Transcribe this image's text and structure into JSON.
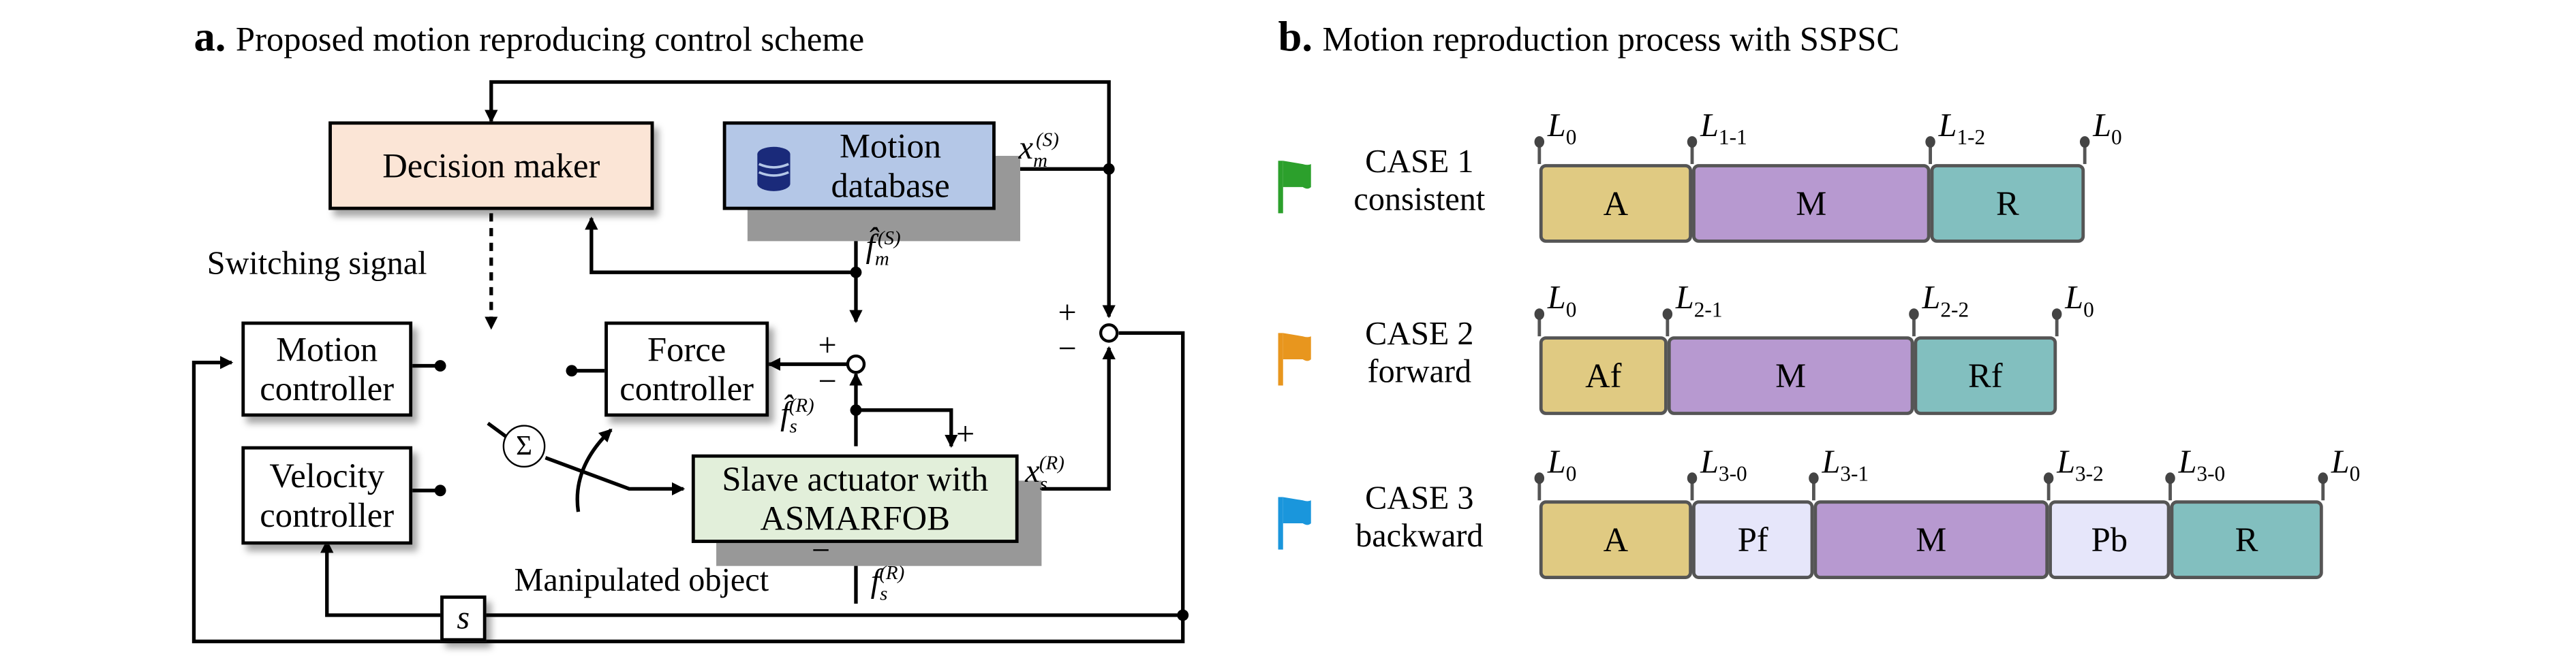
{
  "panel_a": {
    "letter": "a.",
    "title": "Proposed motion reproducing control scheme",
    "blocks": {
      "decision_maker": "Decision maker",
      "motion_database_line1": "Motion",
      "motion_database_line2": "database",
      "motion_controller_line1": "Motion",
      "motion_controller_line2": "controller",
      "force_controller_line1": "Force",
      "force_controller_line2": "controller",
      "velocity_controller_line1": "Velocity",
      "velocity_controller_line2": "controller",
      "slave_actuator_line1": "Slave actuator with",
      "slave_actuator_line2": "ASMARFOB",
      "differentiator": "s",
      "sum": "Σ"
    },
    "labels": {
      "switching_signal": "Switching signal",
      "manipulated_object": "Manipulated object",
      "x_m_s": "x",
      "x_m_s_sub": "m",
      "x_m_s_sup": "(S)",
      "f_m_s": "f̂",
      "f_m_s_sub": "m",
      "f_m_s_sup": "(S)",
      "f_s_r_hat": "f̂",
      "f_s_r_hat_sub": "s",
      "f_s_r_hat_sup": "(R)",
      "x_s_r": "x",
      "x_s_r_sub": "s",
      "x_s_r_sup": "(R)",
      "f_s_r": "f",
      "f_s_r_sub": "s",
      "f_s_r_sup": "(R)",
      "plus": "+",
      "minus": "−"
    },
    "icons": {
      "database": "database-icon"
    },
    "colors": {
      "decision_maker_fill": "#fbe5d6",
      "database_fill": "#b4c7e7",
      "slave_fill": "#e2efda",
      "database_icon": "#1a2a7a",
      "shadow": "#989898"
    }
  },
  "panel_b": {
    "letter": "b.",
    "title": "Motion reproduction process with SSPSC",
    "cases": [
      {
        "name": "CASE 1",
        "type": "consistent",
        "flag_color": "#2ca02c",
        "markers": [
          {
            "base": "L",
            "sub": "0"
          },
          {
            "base": "L",
            "sub": "1-1"
          },
          {
            "base": "L",
            "sub": "1-2"
          },
          {
            "base": "L",
            "sub": "0"
          }
        ],
        "segments": [
          {
            "label": "A",
            "color": "#e0ca82"
          },
          {
            "label": "M",
            "color": "#b799d0"
          },
          {
            "label": "R",
            "color": "#82bfbf"
          }
        ]
      },
      {
        "name": "CASE 2",
        "type": "forward",
        "flag_color": "#e8961e",
        "markers": [
          {
            "base": "L",
            "sub": "0"
          },
          {
            "base": "L",
            "sub": "2-1"
          },
          {
            "base": "L",
            "sub": "2-2"
          },
          {
            "base": "L",
            "sub": "0"
          }
        ],
        "segments": [
          {
            "label": "Af",
            "color": "#e0ca82"
          },
          {
            "label": "M",
            "color": "#b799d0"
          },
          {
            "label": "Rf",
            "color": "#82bfbf"
          }
        ]
      },
      {
        "name": "CASE 3",
        "type": "backward",
        "flag_color": "#1a96dc",
        "markers": [
          {
            "base": "L",
            "sub": "0"
          },
          {
            "base": "L",
            "sub": "3-0"
          },
          {
            "base": "L",
            "sub": "3-1"
          },
          {
            "base": "L",
            "sub": "3-2"
          },
          {
            "base": "L",
            "sub": "3-0"
          },
          {
            "base": "L",
            "sub": "0"
          }
        ],
        "segments": [
          {
            "label": "A",
            "color": "#e0ca82"
          },
          {
            "label": "Pf",
            "color": "#e6e6fa"
          },
          {
            "label": "M",
            "color": "#b799d0"
          },
          {
            "label": "Pb",
            "color": "#e6e6fa"
          },
          {
            "label": "R",
            "color": "#82bfbf"
          }
        ]
      }
    ]
  }
}
